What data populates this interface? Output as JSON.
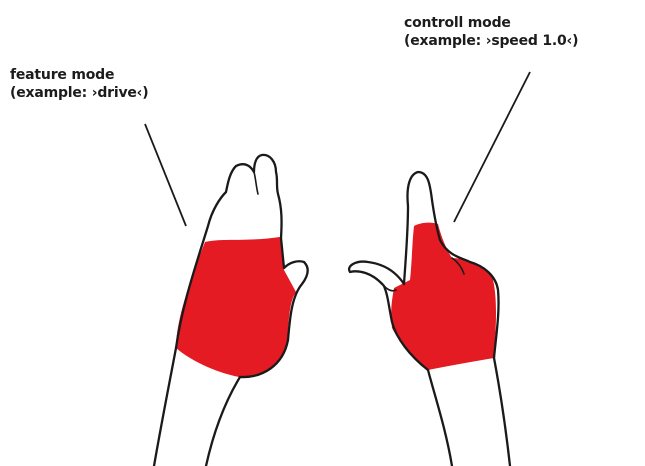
{
  "labels": {
    "feature": {
      "title": "feature mode",
      "example": "(example: ›drive‹)"
    },
    "control": {
      "title": "controll mode",
      "example": "(example: ›speed 1.0‹)"
    }
  },
  "colors": {
    "glove": "#e41b23",
    "outline": "#1a1a1a",
    "background": "#ffffff"
  }
}
